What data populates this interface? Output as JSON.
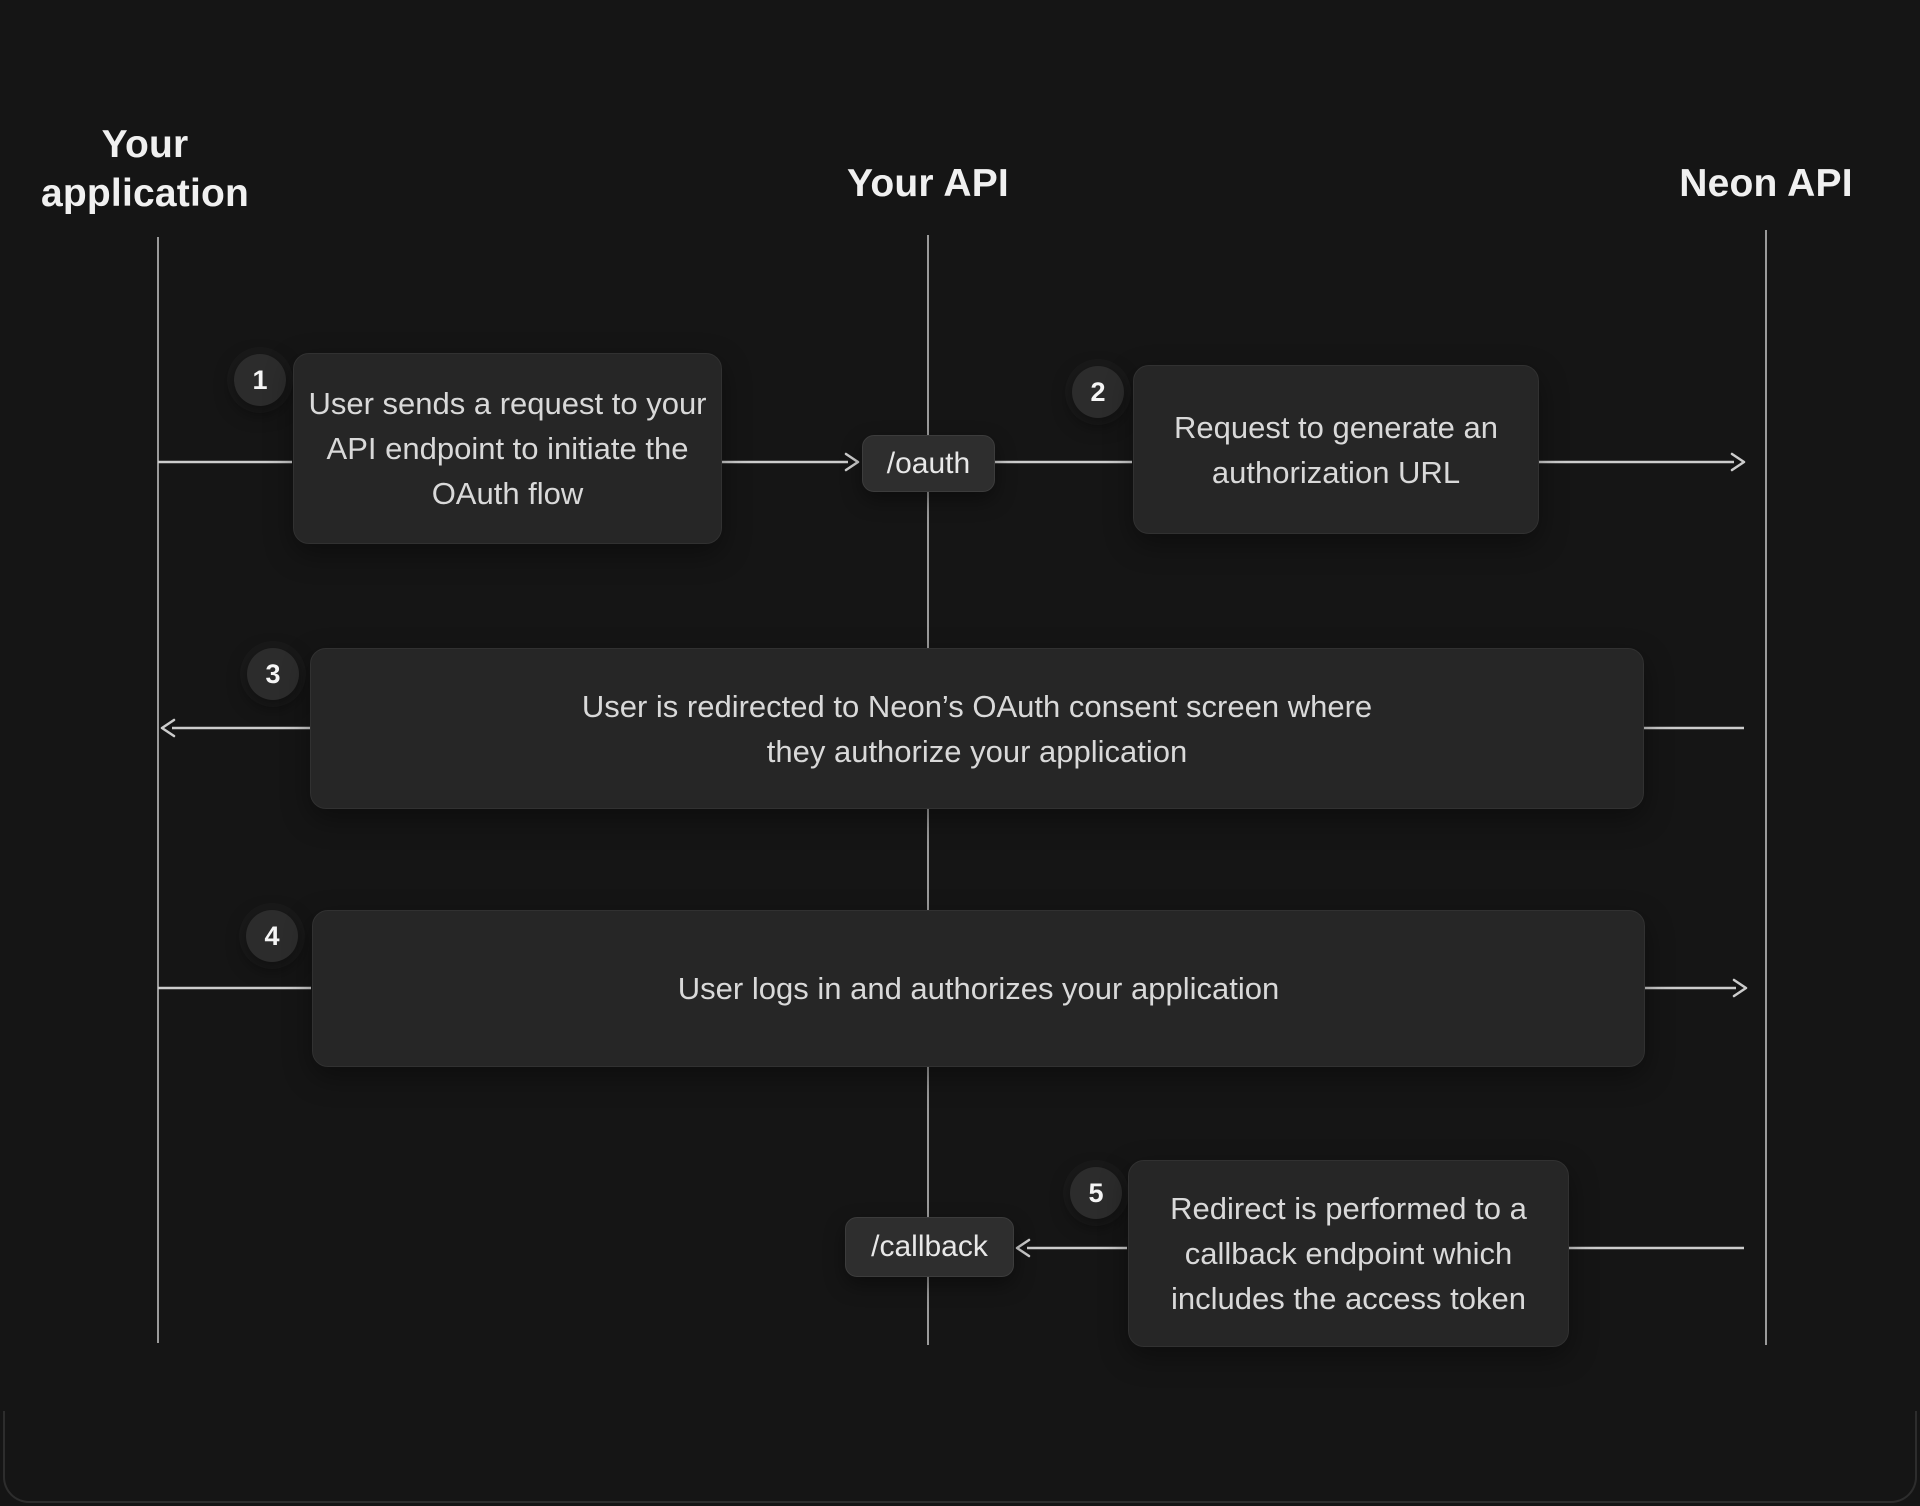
{
  "diagram": {
    "actors": [
      {
        "name": "your-application",
        "label_lines": [
          "Your",
          "application"
        ]
      },
      {
        "name": "your-api",
        "label": "Your API"
      },
      {
        "name": "neon-api",
        "label": "Neon API"
      }
    ],
    "steps": [
      {
        "number": "1",
        "lines": [
          "User sends a request to your",
          "API endpoint to initiate the",
          "OAuth flow"
        ]
      },
      {
        "number": "2",
        "lines": [
          "Request to generate an",
          "authorization URL"
        ]
      },
      {
        "number": "3",
        "lines": [
          "User is redirected to Neon’s OAuth consent screen where",
          "they authorize your application"
        ]
      },
      {
        "number": "4",
        "lines": [
          "User logs in and authorizes your application"
        ]
      },
      {
        "number": "5",
        "lines": [
          "Redirect is performed to a",
          "callback endpoint which",
          "includes the access token"
        ]
      }
    ],
    "endpoints": [
      {
        "label": "/oauth"
      },
      {
        "label": "/callback"
      }
    ],
    "colors": {
      "background": "#151515",
      "box_fill": "#262626",
      "chip_fill": "#2e2e2e",
      "badge_fill": "#2c2c2c",
      "message_line": "#cccccc",
      "lifeline": "#9a9a9a",
      "box_text": "#d9d9d9",
      "heading_text": "#f0f0f0"
    }
  }
}
